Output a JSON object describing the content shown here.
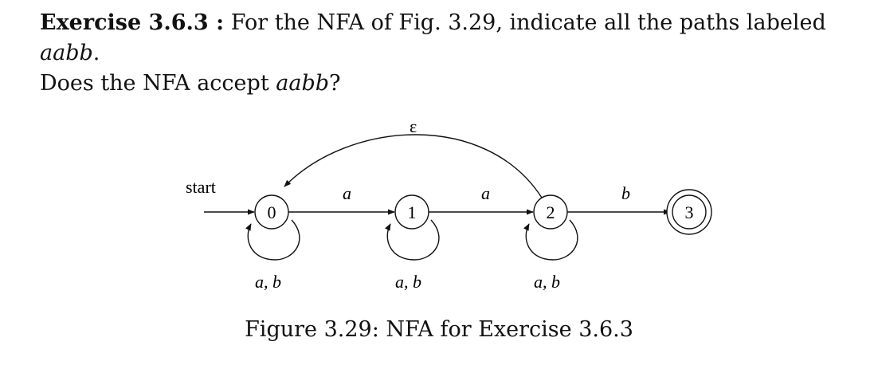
{
  "exercise": {
    "title": "Exercise 3.6.3 :",
    "text_1": "For the NFA of Fig. 3.29, indicate all the paths labeled",
    "word_1": "aabb",
    "text_2": ".",
    "text_3": "Does the NFA accept",
    "word_2": "aabb",
    "text_4": "?"
  },
  "diagram": {
    "start_label": "start",
    "epsilon_label": "ε",
    "states": [
      "0",
      "1",
      "2",
      "3"
    ],
    "transitions": [
      {
        "from": "0",
        "to": "1",
        "label": "a"
      },
      {
        "from": "1",
        "to": "2",
        "label": "a"
      },
      {
        "from": "2",
        "to": "3",
        "label": "b"
      },
      {
        "from": "2",
        "to": "0",
        "label": "ε"
      }
    ],
    "self_loops": [
      {
        "state": "0",
        "label": "a, b"
      },
      {
        "state": "1",
        "label": "a, b"
      },
      {
        "state": "2",
        "label": "a, b"
      }
    ],
    "accepting_state": "3"
  },
  "caption": "Figure 3.29: NFA for Exercise 3.6.3"
}
